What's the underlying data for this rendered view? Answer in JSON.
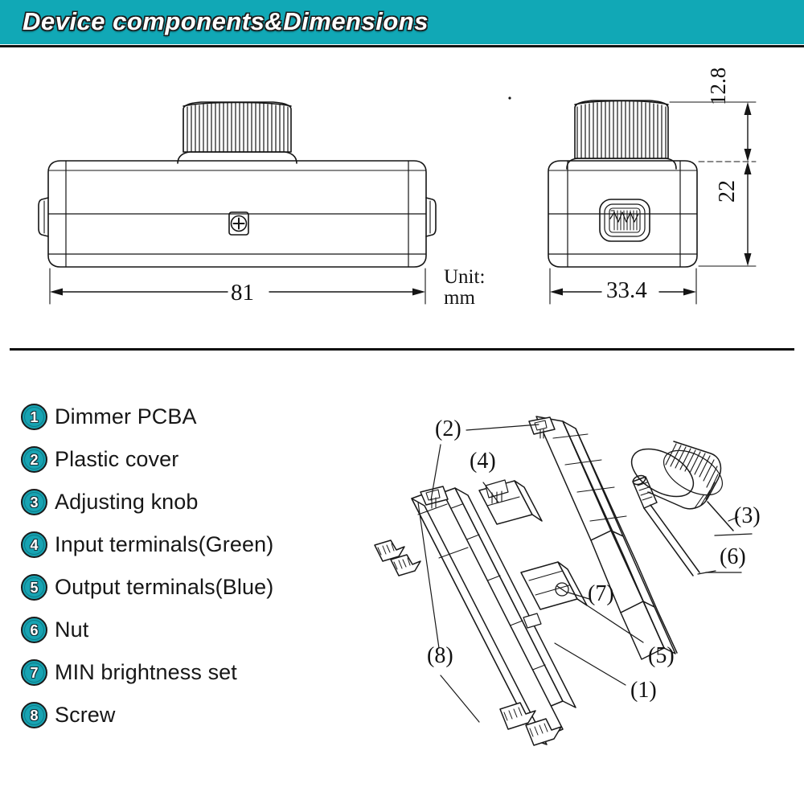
{
  "header": {
    "title": "Device components&Dimensions",
    "background_color": "#11a8b6",
    "text_color": "#ffffff"
  },
  "drawings": {
    "unit_note": "Unit:\nmm",
    "front_view": {
      "name": "front-view",
      "dimension_width": "81"
    },
    "side_view": {
      "name": "side-view",
      "dimension_width": "33.4",
      "dimension_knob_height": "12.8",
      "dimension_body_height": "22"
    }
  },
  "legend": {
    "accent_color": "#17a3b2",
    "items": [
      {
        "number": "1",
        "label": "Dimmer PCBA"
      },
      {
        "number": "2",
        "label": "Plastic cover"
      },
      {
        "number": "3",
        "label": "Adjusting knob"
      },
      {
        "number": "4",
        "label": "Input terminals(Green)"
      },
      {
        "number": "5",
        "label": "Output terminals(Blue)"
      },
      {
        "number": "6",
        "label": "Nut"
      },
      {
        "number": "7",
        "label": "MIN brightness set"
      },
      {
        "number": "8",
        "label": "Screw"
      }
    ]
  },
  "exploded_view": {
    "callouts": [
      {
        "key": "c2",
        "text": "(2)"
      },
      {
        "key": "c4",
        "text": "(4)"
      },
      {
        "key": "c3",
        "text": "(3)"
      },
      {
        "key": "c6",
        "text": "(6)"
      },
      {
        "key": "c7",
        "text": "(7)"
      },
      {
        "key": "c5",
        "text": "(5)"
      },
      {
        "key": "c1",
        "text": "(1)"
      },
      {
        "key": "c8",
        "text": "(8)"
      }
    ]
  }
}
